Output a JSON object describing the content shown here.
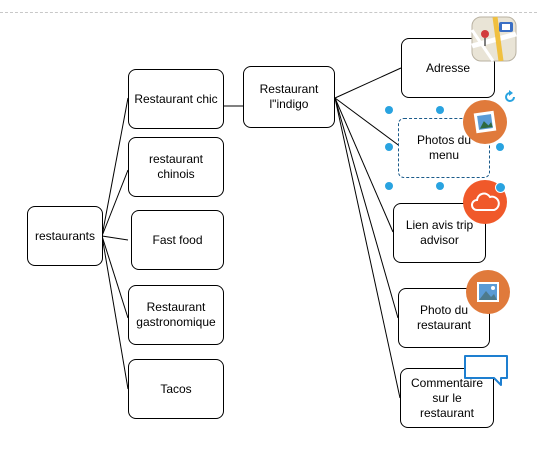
{
  "nodes": {
    "root": "restaurants",
    "chic": "Restaurant chic",
    "chinois": "restaurant chinois",
    "fastfood": "Fast food",
    "gastro": "Restaurant gastronomique",
    "tacos": "Tacos",
    "indigo": "Restaurant l\"indigo",
    "adresse": "Adresse",
    "photos_menu": "Photos du menu",
    "lien": "Lien avis trip advisor",
    "photo_resto": "Photo du restaurant",
    "commentaire": "Commentaire sur le restaurant"
  },
  "colors": {
    "line": "#000000",
    "handle": "#29a3e0",
    "badge_orange": "#e07a3b",
    "cloud_orange": "#f0592a",
    "comment_blue": "#1e7fd0"
  },
  "icons": [
    "maps-icon",
    "image-icon",
    "cloud-icon",
    "image-icon",
    "comment-icon",
    "rotate-icon"
  ]
}
